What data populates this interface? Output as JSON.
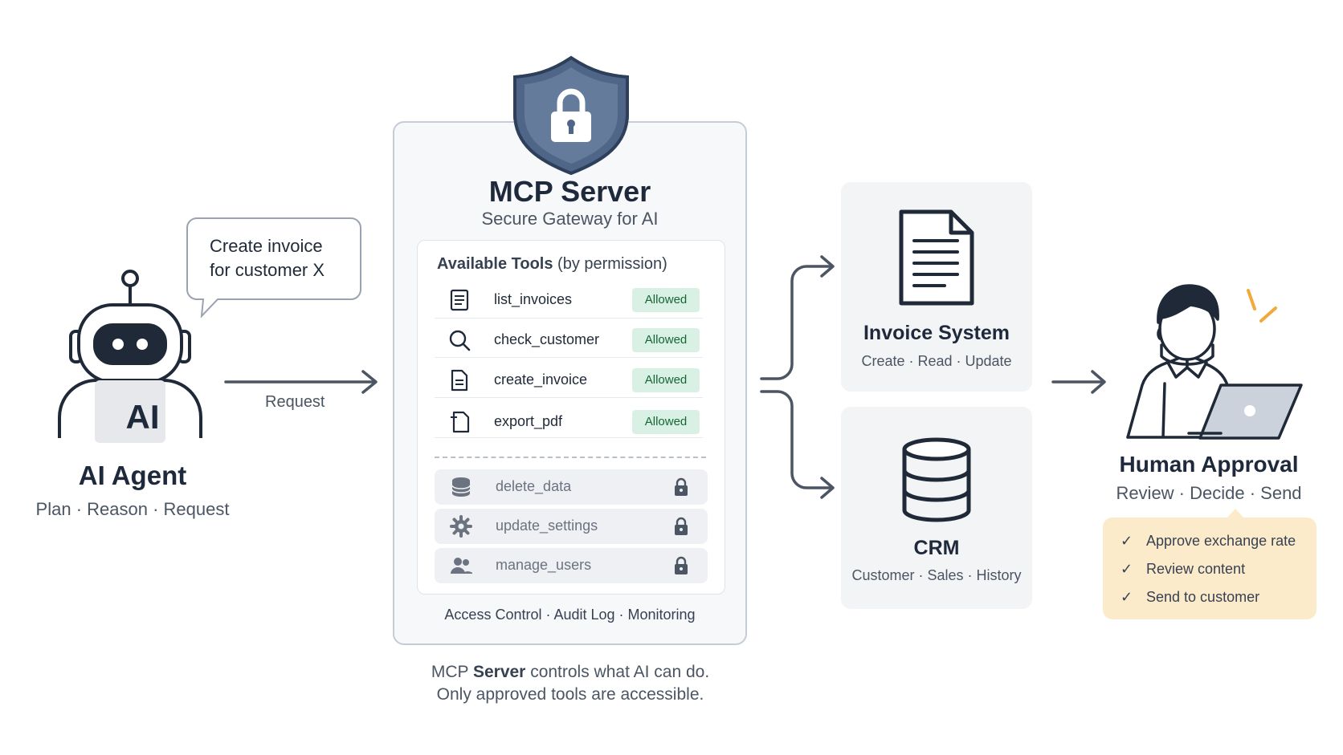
{
  "bubble": {
    "line1": "Create invoice",
    "line2": "for customer X"
  },
  "agent": {
    "badge": "AI",
    "title": "AI Agent",
    "subtitle": "Plan · Reason · Request"
  },
  "request_label": "Request",
  "mcp": {
    "title": "MCP Server",
    "subtitle": "Secure Gateway for AI",
    "tools_heading_bold": "Available Tools",
    "tools_heading_rest": " (by permission)",
    "allowed_tools": [
      {
        "name": "list_invoices",
        "status": "Allowed",
        "icon": "document-list-icon"
      },
      {
        "name": "check_customer",
        "status": "Allowed",
        "icon": "magnifier-icon"
      },
      {
        "name": "create_invoice",
        "status": "Allowed",
        "icon": "document-lines-icon"
      },
      {
        "name": "export_pdf",
        "status": "Allowed",
        "icon": "pdf-export-icon"
      }
    ],
    "locked_tools": [
      {
        "name": "delete_data",
        "icon": "database-icon"
      },
      {
        "name": "update_settings",
        "icon": "gear-icon"
      },
      {
        "name": "manage_users",
        "icon": "users-icon"
      }
    ],
    "footer": "Access Control · Audit Log · Monitoring"
  },
  "caption": {
    "line1_pre": "MCP ",
    "line1_bold": "Server",
    "line1_post": " controls what AI can do.",
    "line2": "Only approved tools are accessible."
  },
  "invoice_system": {
    "title": "Invoice System",
    "subtitle": "Create · Read · Update"
  },
  "crm": {
    "title": "CRM",
    "subtitle": "Customer · Sales · History"
  },
  "human": {
    "title": "Human Approval",
    "subtitle": "Review · Decide · Send",
    "checklist": [
      "Approve exchange rate",
      "Review content",
      "Send to customer"
    ]
  },
  "colors": {
    "shield": "#4f6688",
    "allowed_badge_bg": "#d9f1e4",
    "allowed_badge_text": "#166534",
    "approval_box": "#fcebcb",
    "arrow": "#4b5563"
  }
}
